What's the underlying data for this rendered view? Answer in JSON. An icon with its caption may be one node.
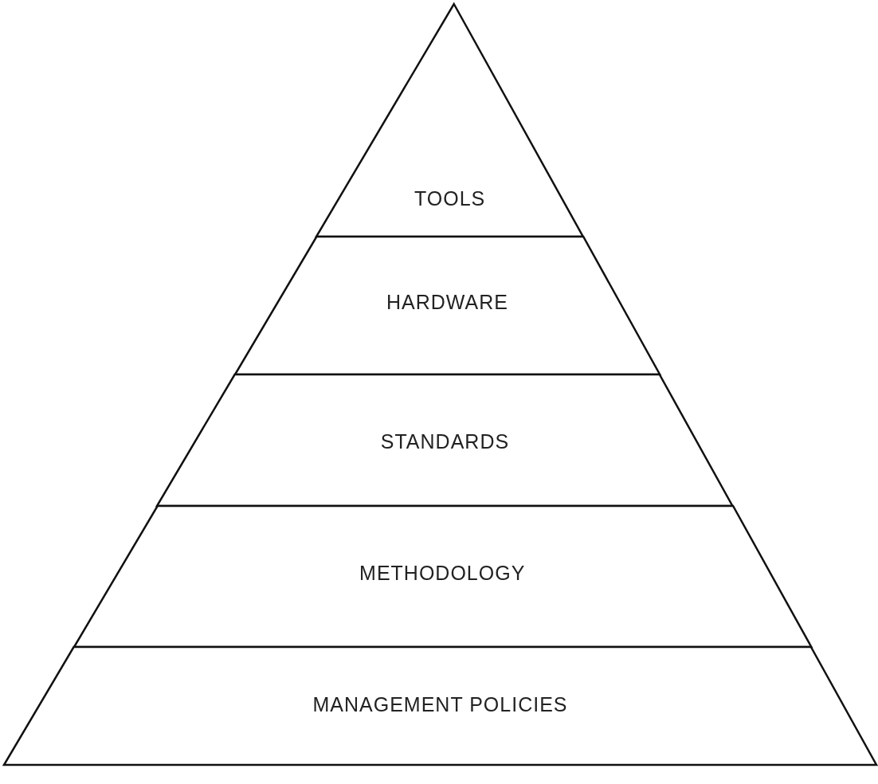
{
  "diagram": {
    "nodes": [
      {
        "text": [
          "TOOLS"
        ]
      },
      {
        "text": [
          "HARDWARE"
        ]
      },
      {
        "text": [
          "STANDARDS"
        ]
      },
      {
        "text": [
          "METHODOLOGY"
        ]
      },
      {
        "text": [
          "MANAGEMENT POLICIES"
        ]
      }
    ],
    "edges": []
  }
}
